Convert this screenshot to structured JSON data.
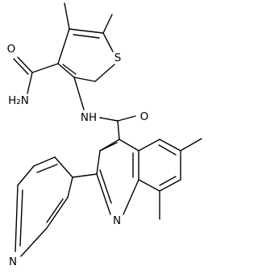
{
  "molecule": {
    "atom_labels": {
      "amide_o_top": "O",
      "amide_nh2": "H₂N",
      "thiophene_s": "S",
      "linker_nh": "NH",
      "amide_o_right": "O",
      "quinoline_n": "N",
      "pyridine_n": "N"
    }
  }
}
